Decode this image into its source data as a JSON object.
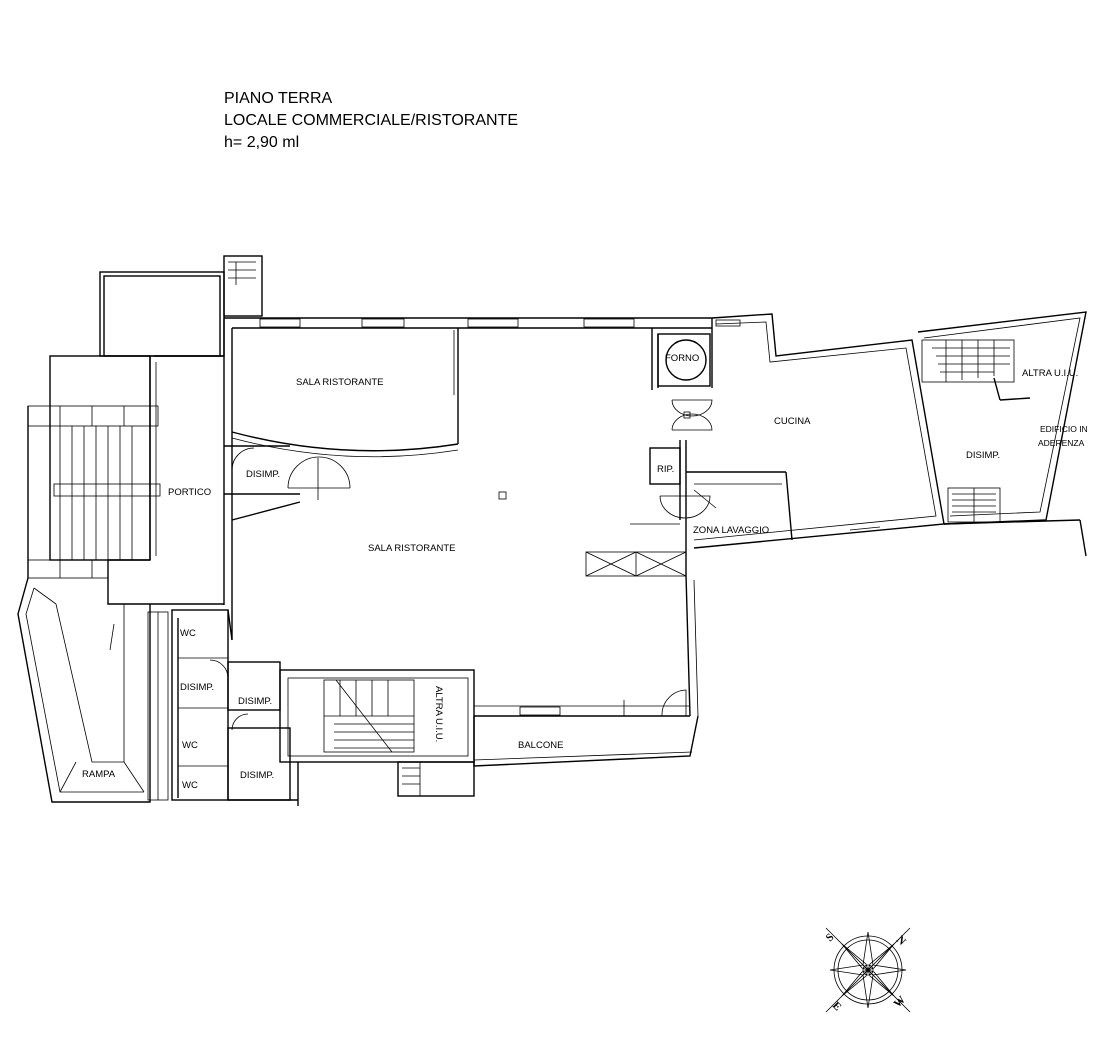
{
  "title": {
    "line1": "PIANO TERRA",
    "line2": "LOCALE COMMERCIALE/RISTORANTE",
    "line3": "h= 2,90 ml"
  },
  "rooms": {
    "sala_ristorante_top": "SALA RISTORANTE",
    "sala_ristorante_main": "SALA RISTORANTE",
    "portico": "PORTICO",
    "disimp_entry": "DISIMP.",
    "forno": "FORNO",
    "cucina": "CUCINA",
    "rip": "RIP.",
    "zona_lavaggio": "ZONA LAVAGGIO",
    "altra_uiu_right": "ALTRA U.I.U.",
    "edificio_line1": "EDIFICIO IN",
    "edificio_line2": "ADERENZA",
    "disimp_right": "DISIMP.",
    "wc_1": "WC",
    "disimp_wc1": "DISIMP.",
    "disimp_wc2": "DISIMP.",
    "wc_2": "WC",
    "disimp_wc3": "DISIMP.",
    "wc_3": "WC",
    "altra_uiu_stair": "ALTRA U.I.U.",
    "balcone": "BALCONE",
    "rampa": "RAMPA"
  },
  "compass": {
    "n": "N",
    "s": "S",
    "e": "E",
    "w": "W"
  }
}
